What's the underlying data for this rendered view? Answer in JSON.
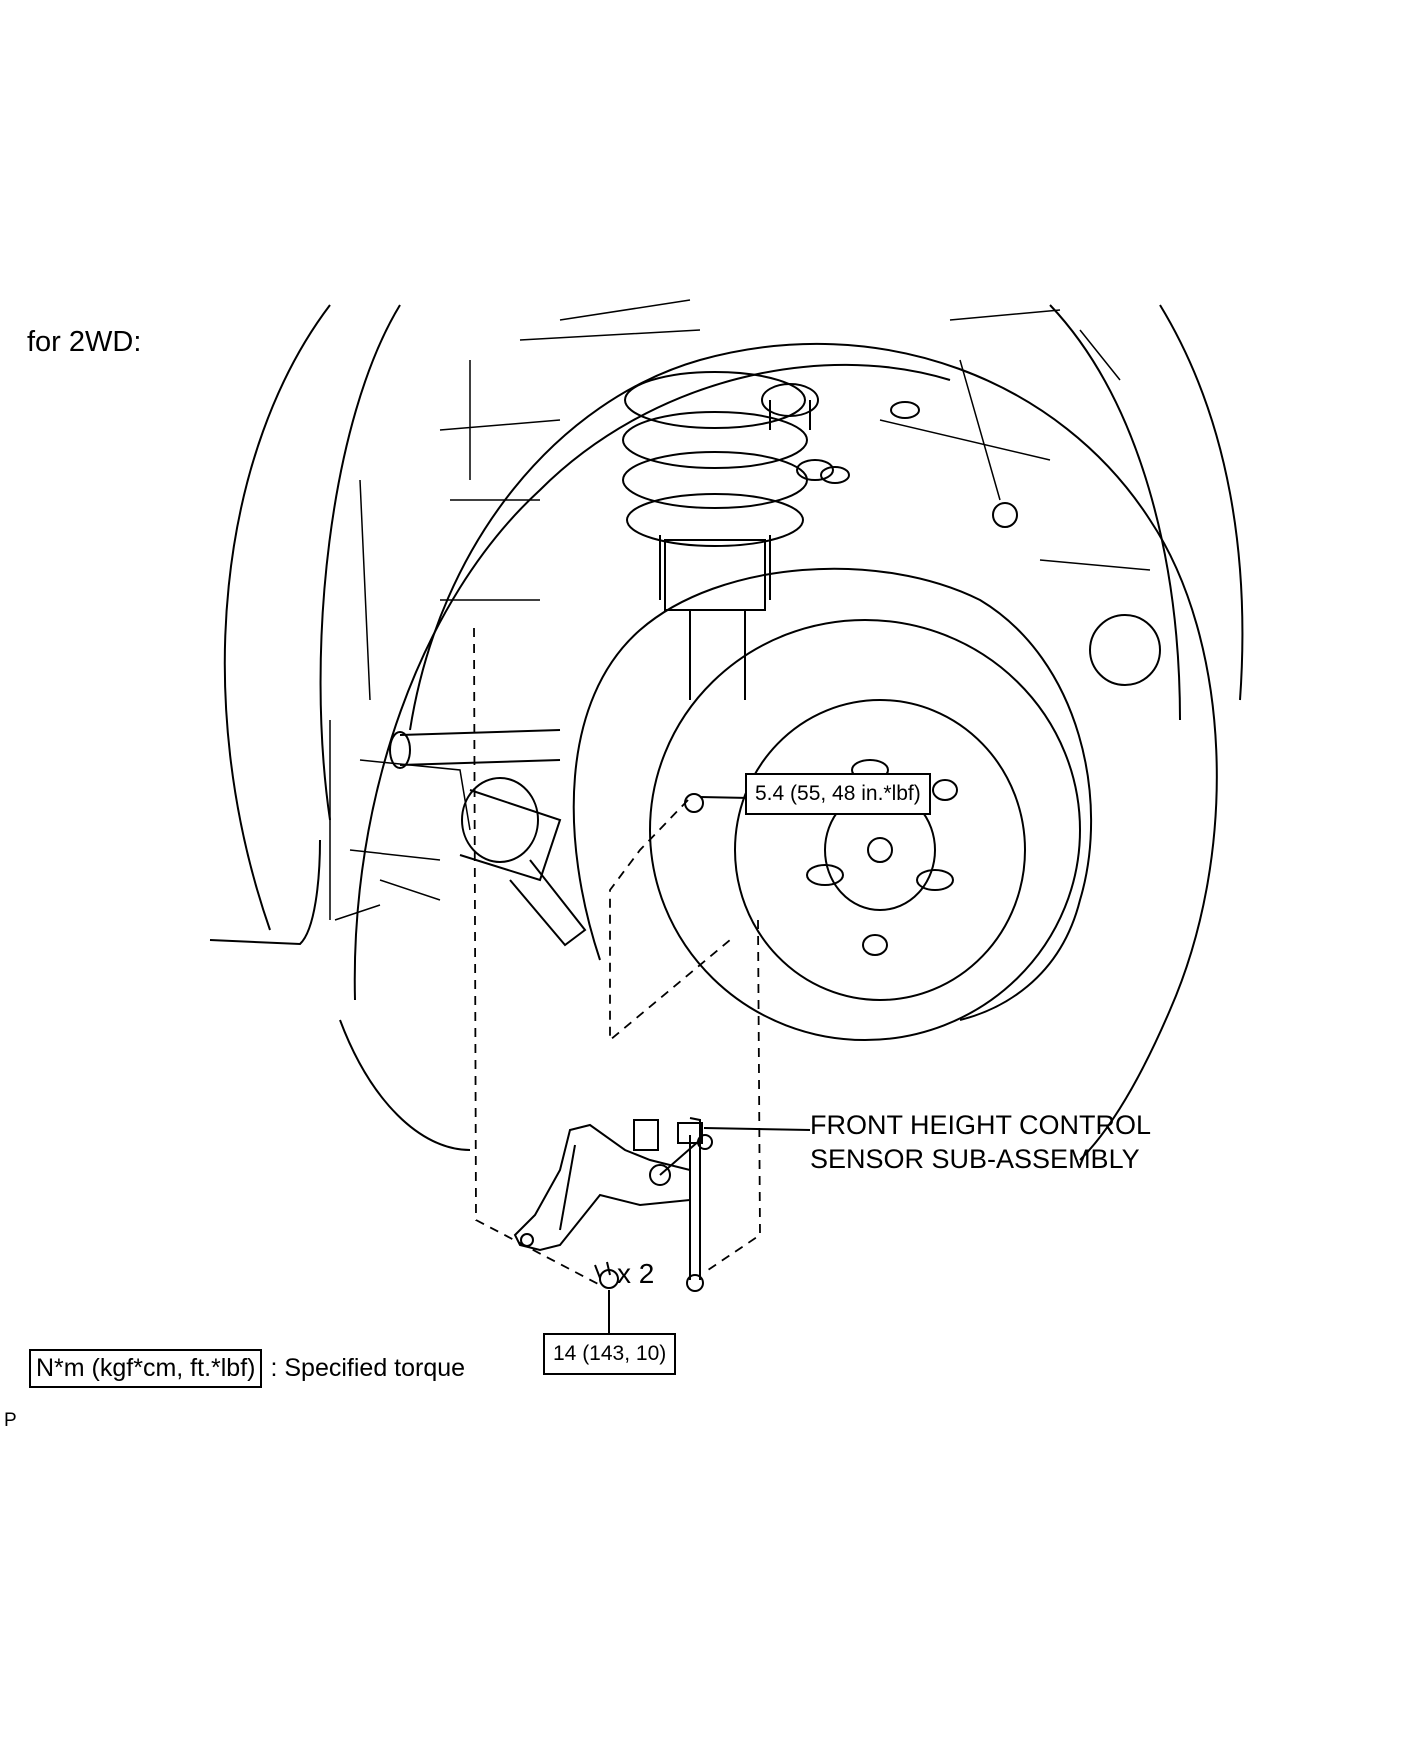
{
  "title": "for 2WD:",
  "parts": {
    "sensor_label_line1": "FRONT HEIGHT CONTROL",
    "sensor_label_line2": "SENSOR SUB-ASSEMBLY"
  },
  "torques": {
    "top": "5.4 (55, 48 in.*lbf)",
    "bottom": "14 (143, 10)"
  },
  "quantity": "x 2",
  "legend": {
    "box": "N*m (kgf*cm, ft.*lbf)",
    "text": ": Specified torque"
  },
  "corner_mark": "P"
}
